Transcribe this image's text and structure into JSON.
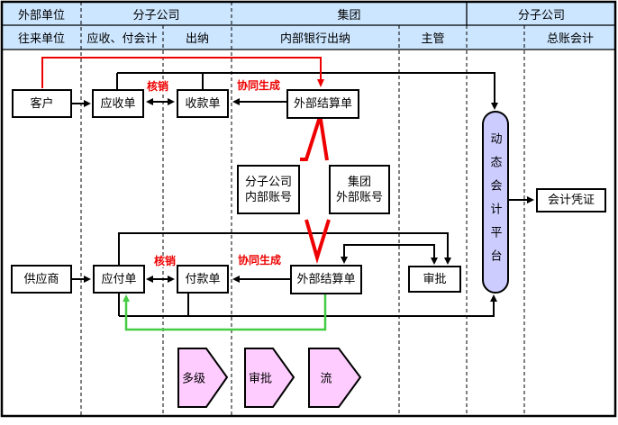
{
  "palette": {
    "header_bg": "#cde6ff",
    "box_bg": "#ffffff",
    "platform_bg": "#ccccff",
    "chevron_bg": "#ffccff",
    "line_black": "#000000",
    "line_red": "#ee0000",
    "line_green": "#44cc44"
  },
  "header": {
    "row1": [
      "外部单位",
      "分子公司",
      "集团",
      "分子公司"
    ],
    "row2": [
      "往来单位",
      "应收、付会计",
      "出纳",
      "内部银行出纳",
      "主管",
      "",
      "总账会计"
    ]
  },
  "nodes": {
    "customer": "客户",
    "receivable_doc": "应收单",
    "receipt_doc": "收款单",
    "external_settlement_top": "外部结算单",
    "subsidiary_internal_account_line1": "分子公司",
    "subsidiary_internal_account_line2": "内部账号",
    "group_external_account_line1": "集团",
    "group_external_account_line2": "外部账号",
    "supplier": "供应商",
    "payable_doc": "应付单",
    "payment_doc": "付款单",
    "external_settlement_bottom": "外部结算单",
    "approval": "审批",
    "dynamic_accounting_platform": "动态会计平台",
    "accounting_voucher": "会计凭证"
  },
  "edge_labels": {
    "verify_top": "核销",
    "co_generate_top": "协同生成",
    "verify_bottom": "核销",
    "co_generate_bottom": "协同生成"
  },
  "process_chevrons": [
    "多级",
    "审批",
    "流"
  ]
}
